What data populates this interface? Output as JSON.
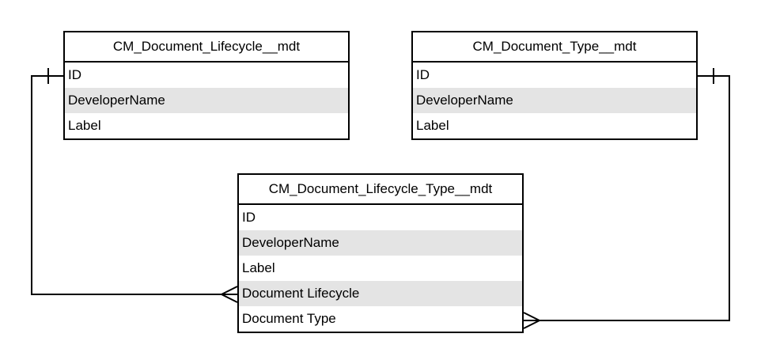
{
  "entities": {
    "lifecycle": {
      "title": "CM_Document_Lifecycle__mdt",
      "fields": [
        "ID",
        "DeveloperName",
        "Label"
      ]
    },
    "doctype": {
      "title": "CM_Document_Type__mdt",
      "fields": [
        "ID",
        "DeveloperName",
        "Label"
      ]
    },
    "lctype": {
      "title": "CM_Document_Lifecycle_Type__mdt",
      "fields": [
        "ID",
        "DeveloperName",
        "Label",
        "Document Lifecycle",
        "Document Type"
      ]
    }
  },
  "relationships": [
    {
      "from": "CM_Document_Lifecycle__mdt.ID",
      "to": "CM_Document_Lifecycle_Type__mdt.Document Lifecycle",
      "cardinality": "one-to-many"
    },
    {
      "from": "CM_Document_Type__mdt.ID",
      "to": "CM_Document_Lifecycle_Type__mdt.Document Type",
      "cardinality": "one-to-many"
    }
  ]
}
